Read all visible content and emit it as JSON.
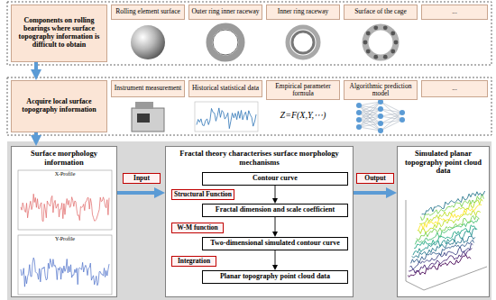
{
  "diagram": {
    "nodes": [
      {
        "text": [
          "Components on rolling bearings where surface topography information is difficult to obtain"
        ]
      },
      {
        "text": [
          "Rolling element surface"
        ]
      },
      {
        "text": [
          "Outer ring inner raceway"
        ]
      },
      {
        "text": [
          "Inner ring raceway"
        ]
      },
      {
        "text": [
          "Surface of the cage"
        ]
      },
      {
        "text": [
          "..."
        ]
      },
      {
        "text": [
          "Acquire local surface topography information"
        ]
      },
      {
        "text": [
          "Instrument measurement"
        ]
      },
      {
        "text": [
          "Historical statistical data"
        ]
      },
      {
        "text": [
          "Empirical parameter formula"
        ]
      },
      {
        "text": [
          "Algorithmic prediction model"
        ]
      },
      {
        "text": [
          "..."
        ]
      },
      {
        "text": [
          "Surface morphology information"
        ]
      },
      {
        "text": [
          "Input"
        ]
      },
      {
        "text": [
          "Fractal theory characterises surface morphology mechanisms"
        ]
      },
      {
        "text": [
          "Contour curve"
        ],
        "in": 14
      },
      {
        "text": [
          "Structural Function"
        ],
        "in": 14
      },
      {
        "text": [
          "Fractal dimension and scale coefficient"
        ],
        "in": 14
      },
      {
        "text": [
          "W-M function"
        ],
        "in": 14
      },
      {
        "text": [
          "Two-dimensional simulated contour curve"
        ],
        "in": 14
      },
      {
        "text": [
          "Integration"
        ],
        "in": 14
      },
      {
        "text": [
          "Planar topography point cloud data"
        ],
        "in": 14
      },
      {
        "text": [
          "Output"
        ]
      },
      {
        "text": [
          "Simulated planar topography point cloud data"
        ]
      }
    ],
    "edges": [
      {
        "from": 0,
        "to": 6,
        "arrow": "to"
      },
      {
        "from": 6,
        "to": 12,
        "arrow": "to"
      },
      {
        "from": 12,
        "to": 14,
        "arrow": "to"
      },
      {
        "from": 14,
        "to": 23,
        "arrow": "to"
      },
      {
        "from": 15,
        "to": 17,
        "arrow": "to"
      },
      {
        "from": 17,
        "to": 19,
        "arrow": "to"
      },
      {
        "from": 19,
        "to": 21,
        "arrow": "to"
      }
    ],
    "labels": [
      "X-Profile",
      "Y-Profile",
      "Z=F(X,Y,⋯)"
    ]
  }
}
